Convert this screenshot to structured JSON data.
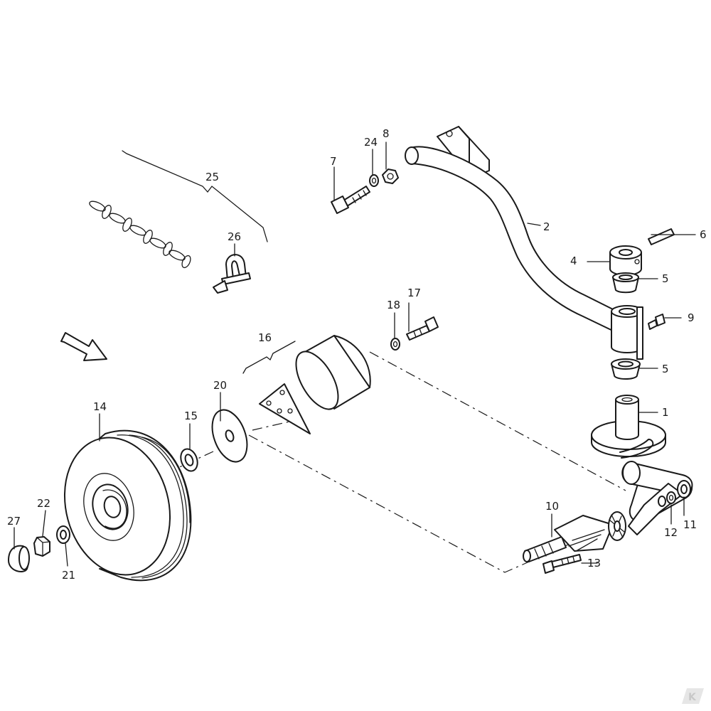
{
  "labels": {
    "p1": "1",
    "p2": "2",
    "p4": "4",
    "p5a": "5",
    "p5b": "5",
    "p6": "6",
    "p7": "7",
    "p8": "8",
    "p9": "9",
    "p10": "10",
    "p11": "11",
    "p12": "12",
    "p13": "13",
    "p14": "14",
    "p15": "15",
    "p16": "16",
    "p17": "17",
    "p18": "18",
    "p20": "20",
    "p21": "21",
    "p22": "22",
    "p24": "24",
    "p25": "25",
    "p26": "26",
    "p27": "27"
  },
  "brand": {
    "logo_text": "K",
    "logo_color": "#c8c8c8"
  },
  "colors": {
    "line": "#1a1a1a",
    "background": "#ffffff"
  }
}
